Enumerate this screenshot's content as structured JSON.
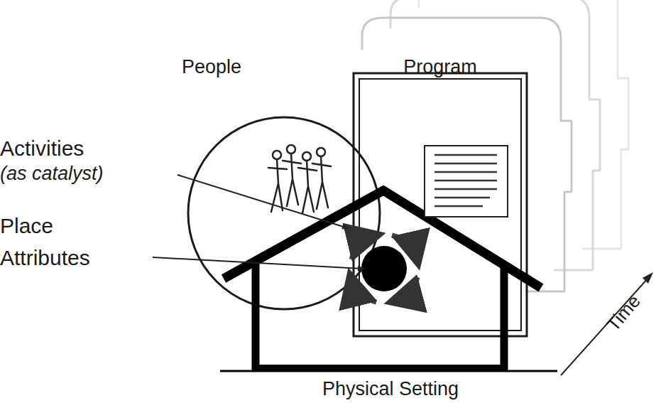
{
  "diagram": {
    "nodes": [
      {
        "text": [
          "People"
        ]
      },
      {
        "text": [
          "Program"
        ]
      },
      {
        "text": [
          "Physical Setting"
        ]
      }
    ],
    "labels": [
      "Activities",
      "(as catalyst)",
      "Place Attributes",
      "Time"
    ]
  }
}
